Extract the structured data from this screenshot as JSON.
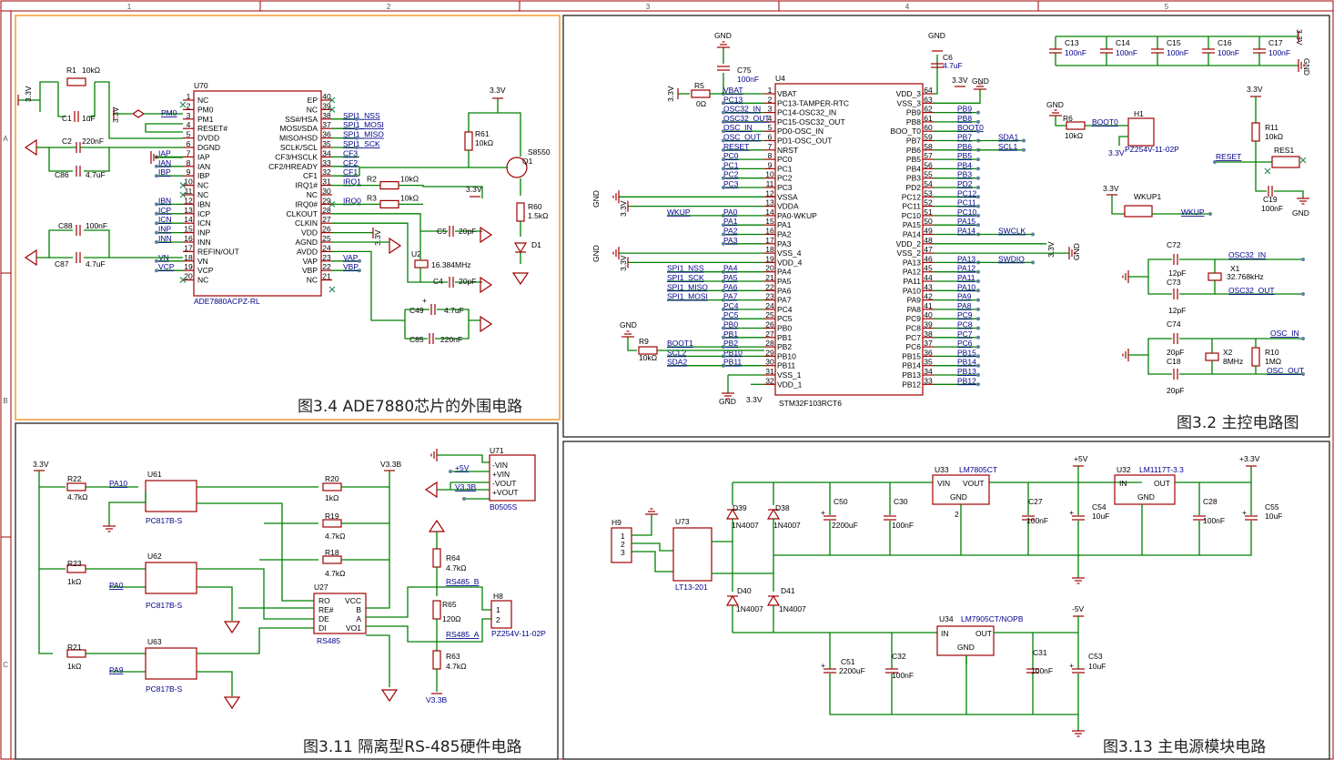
{
  "ruler": {
    "cols": [
      "1",
      "2",
      "3",
      "4",
      "5"
    ],
    "rows": [
      "A",
      "B",
      "C"
    ]
  },
  "captions": {
    "ade": "图3.4 ADE7880芯片的外围电路",
    "main": "图3.2 主控电路图",
    "rs485": "图3.11 隔离型RS-485硬件电路",
    "power": "图3.13 主电源模块电路"
  },
  "colors": {
    "wire": "#008000",
    "component": "#a00000",
    "net": "#00008b",
    "frame_highlight": "#f5a040"
  },
  "ade": {
    "chip_ref": "U70",
    "chip_part": "ADE7880ACPZ-RL",
    "left_pins": [
      {
        "n": "1",
        "name": "NC"
      },
      {
        "n": "2",
        "name": "PM0"
      },
      {
        "n": "3",
        "name": "PM1"
      },
      {
        "n": "4",
        "name": "RESET#"
      },
      {
        "n": "5",
        "name": "DVDD"
      },
      {
        "n": "6",
        "name": "DGND"
      },
      {
        "n": "7",
        "name": "IAP"
      },
      {
        "n": "8",
        "name": "IAN"
      },
      {
        "n": "9",
        "name": "IBP"
      },
      {
        "n": "10",
        "name": "NC"
      },
      {
        "n": "11",
        "name": "NC"
      },
      {
        "n": "12",
        "name": "IBN"
      },
      {
        "n": "13",
        "name": "ICP"
      },
      {
        "n": "14",
        "name": "ICN"
      },
      {
        "n": "15",
        "name": "INP"
      },
      {
        "n": "16",
        "name": "INN"
      },
      {
        "n": "17",
        "name": "REFIN/OUT"
      },
      {
        "n": "18",
        "name": "VN"
      },
      {
        "n": "19",
        "name": "VCP"
      },
      {
        "n": "20",
        "name": "NC"
      }
    ],
    "right_pins": [
      {
        "n": "40",
        "name": "EP"
      },
      {
        "n": "39",
        "name": "NC"
      },
      {
        "n": "38",
        "name": "SS#/HSA"
      },
      {
        "n": "37",
        "name": "MOSI/SDA"
      },
      {
        "n": "36",
        "name": "MISO/HSD"
      },
      {
        "n": "35",
        "name": "SCLK/SCL"
      },
      {
        "n": "34",
        "name": "CF3/HSCLK"
      },
      {
        "n": "33",
        "name": "CF2/HREADY"
      },
      {
        "n": "32",
        "name": "CF1"
      },
      {
        "n": "31",
        "name": "IRQ1#"
      },
      {
        "n": "30",
        "name": "NC"
      },
      {
        "n": "29",
        "name": "IRQ0#"
      },
      {
        "n": "28",
        "name": "CLKOUT"
      },
      {
        "n": "27",
        "name": "CLKIN"
      },
      {
        "n": "26",
        "name": "VDD"
      },
      {
        "n": "25",
        "name": "AGND"
      },
      {
        "n": "24",
        "name": "AVDD"
      },
      {
        "n": "23",
        "name": "VAP"
      },
      {
        "n": "22",
        "name": "VBP"
      },
      {
        "n": "21",
        "name": "NC"
      }
    ],
    "left_nets": [
      "IAP",
      "IAN",
      "IBP",
      "IBN",
      "ICP",
      "ICN",
      "INP",
      "INN",
      "VN",
      "VCP"
    ],
    "right_nets": [
      "SPI1_NSS",
      "SPI1_MOSI",
      "SPI1_MISO",
      "SPI1_SCK",
      "CF3",
      "CF2",
      "CF1",
      "IRQ1",
      "IRQ0"
    ],
    "labels": {
      "r1": "R1",
      "r1v": "10kΩ",
      "c1": "C1",
      "c1v": "1uF",
      "c2": "C2",
      "c2v": "220nF",
      "c86": "C86",
      "c86v": "4.7uF",
      "c88": "C88",
      "c88v": "100nF",
      "c87": "C87",
      "c87v": "4.7uF",
      "v33": "3.3V",
      "pm0": "PM0",
      "r2": "R2",
      "r2v": "10kΩ",
      "r3": "R3",
      "r3v": "10kΩ",
      "r61": "R61",
      "r61v": "10kΩ",
      "q1": "Q1",
      "q1p": "S8550",
      "r60": "R60",
      "r60v": "1.5kΩ",
      "d1": "D1",
      "c5": "C5",
      "c5v": "20pF",
      "c4": "C4",
      "c4v": "20pF",
      "u2": "U2",
      "u2v": "16.384MHz",
      "c49": "C49",
      "c49v": "4.7uF",
      "c85": "C85",
      "c85v": "220nF",
      "vap": "VAP",
      "vbp": "VBP"
    }
  },
  "main": {
    "chip_ref": "U4",
    "chip_part": "STM32F103RCT6",
    "left_pins": [
      {
        "n": "1",
        "name": "VBAT",
        "net": "VBAT"
      },
      {
        "n": "2",
        "name": "PC13-TAMPER-RTC",
        "net": "PC13"
      },
      {
        "n": "3",
        "name": "PC14-OSC32_IN",
        "net": "OSC32_IN"
      },
      {
        "n": "4",
        "name": "PC15-OSC32_OUT",
        "net": "OSC32_OUT"
      },
      {
        "n": "5",
        "name": "PD0-OSC_IN",
        "net": "OSC_IN"
      },
      {
        "n": "6",
        "name": "PD1-OSC_OUT",
        "net": "OSC_OUT"
      },
      {
        "n": "7",
        "name": "NRST",
        "net": "RESET"
      },
      {
        "n": "8",
        "name": "PC0",
        "net": "PC0"
      },
      {
        "n": "9",
        "name": "PC1",
        "net": "PC1"
      },
      {
        "n": "10",
        "name": "PC2",
        "net": "PC2"
      },
      {
        "n": "11",
        "name": "PC3",
        "net": "PC3"
      },
      {
        "n": "12",
        "name": "VSSA",
        "net": ""
      },
      {
        "n": "13",
        "name": "VDDA",
        "net": ""
      },
      {
        "n": "14",
        "name": "PA0-WKUP",
        "net": "PA0"
      },
      {
        "n": "15",
        "name": "PA1",
        "net": "PA1"
      },
      {
        "n": "16",
        "name": "PA2",
        "net": "PA2"
      },
      {
        "n": "17",
        "name": "PA3",
        "net": "PA3"
      },
      {
        "n": "18",
        "name": "VSS_4",
        "net": ""
      },
      {
        "n": "19",
        "name": "VDD_4",
        "net": ""
      },
      {
        "n": "20",
        "name": "PA4",
        "net": "PA4"
      },
      {
        "n": "21",
        "name": "PA5",
        "net": "PA5"
      },
      {
        "n": "22",
        "name": "PA6",
        "net": "PA6"
      },
      {
        "n": "23",
        "name": "PA7",
        "net": "PA7"
      },
      {
        "n": "24",
        "name": "PC4",
        "net": "PC4"
      },
      {
        "n": "25",
        "name": "PC5",
        "net": "PC5"
      },
      {
        "n": "26",
        "name": "PB0",
        "net": "PB0"
      },
      {
        "n": "27",
        "name": "PB1",
        "net": "PB1"
      },
      {
        "n": "28",
        "name": "PB2",
        "net": "PB2"
      },
      {
        "n": "29",
        "name": "PB10",
        "net": "PB10"
      },
      {
        "n": "30",
        "name": "PB11",
        "net": "PB11"
      },
      {
        "n": "31",
        "name": "VSS_1",
        "net": ""
      },
      {
        "n": "32",
        "name": "VDD_1",
        "net": ""
      }
    ],
    "right_pins": [
      {
        "n": "64",
        "name": "VDD_3",
        "net": ""
      },
      {
        "n": "63",
        "name": "VSS_3",
        "net": ""
      },
      {
        "n": "62",
        "name": "PB9",
        "net": "PB9"
      },
      {
        "n": "61",
        "name": "PB8",
        "net": "PB8"
      },
      {
        "n": "60",
        "name": "BOO_T0",
        "net": "BOOT0"
      },
      {
        "n": "59",
        "name": "PB7",
        "net": "PB7"
      },
      {
        "n": "58",
        "name": "PB6",
        "net": "PB6"
      },
      {
        "n": "57",
        "name": "PB5",
        "net": "PB5"
      },
      {
        "n": "56",
        "name": "PB4",
        "net": "PB4"
      },
      {
        "n": "55",
        "name": "PB3",
        "net": "PB3"
      },
      {
        "n": "54",
        "name": "PD2",
        "net": "PD2"
      },
      {
        "n": "53",
        "name": "PC12",
        "net": "PC12"
      },
      {
        "n": "52",
        "name": "PC11",
        "net": "PC11"
      },
      {
        "n": "51",
        "name": "PC10",
        "net": "PC10"
      },
      {
        "n": "50",
        "name": "PA15",
        "net": "PA15"
      },
      {
        "n": "49",
        "name": "PA14",
        "net": "PA14"
      },
      {
        "n": "48",
        "name": "VDD_2",
        "net": ""
      },
      {
        "n": "47",
        "name": "VSS_2",
        "net": ""
      },
      {
        "n": "46",
        "name": "PA13",
        "net": "PA13"
      },
      {
        "n": "45",
        "name": "PA12",
        "net": "PA12"
      },
      {
        "n": "44",
        "name": "PA11",
        "net": "PA11"
      },
      {
        "n": "43",
        "name": "PA10",
        "net": "PA10"
      },
      {
        "n": "42",
        "name": "PA9",
        "net": "PA9"
      },
      {
        "n": "41",
        "name": "PA8",
        "net": "PA8"
      },
      {
        "n": "40",
        "name": "PC9",
        "net": "PC9"
      },
      {
        "n": "39",
        "name": "PC8",
        "net": "PC8"
      },
      {
        "n": "38",
        "name": "PC7",
        "net": "PC7"
      },
      {
        "n": "37",
        "name": "PC6",
        "net": "PC6"
      },
      {
        "n": "36",
        "name": "PB15",
        "net": "PB15"
      },
      {
        "n": "35",
        "name": "PB14",
        "net": "PB14"
      },
      {
        "n": "34",
        "name": "PB13",
        "net": "PB13"
      },
      {
        "n": "33",
        "name": "PB12",
        "net": "PB12"
      }
    ],
    "ext_nets": {
      "wkup": "WKUP",
      "spi_nss": "SPI1_NSS",
      "spi_sck": "SPI1_SCK",
      "spi_miso": "SPI1_MISO",
      "spi_mosi": "SPI1_MOSI",
      "boot1": "BOOT1",
      "scl2": "SCL2",
      "sda2": "SDA2",
      "sda1": "SDA1",
      "scl1": "SCL1",
      "swclk": "SWCLK",
      "swdio": "SWDIO"
    },
    "labels": {
      "gnd": "GND",
      "v33": "3.3V",
      "r5": "R5",
      "r5v": "0Ω",
      "c75": "C75",
      "c75v": "100nF",
      "c6": "C6",
      "c6v": "4.7uF",
      "r9": "R9",
      "r9v": "10kΩ",
      "caps": [
        {
          "ref": "C13",
          "val": "100nF"
        },
        {
          "ref": "C14",
          "val": "100nF"
        },
        {
          "ref": "C15",
          "val": "100nF"
        },
        {
          "ref": "C16",
          "val": "100nF"
        },
        {
          "ref": "C17",
          "val": "100nF"
        }
      ],
      "r6": "R6",
      "r6v": "10kΩ",
      "boot0": "BOOT0",
      "h1": "H1",
      "h1p": "PZ254V-11-02P",
      "r11": "R11",
      "r11v": "10kΩ",
      "reset": "RESET",
      "res1": "RES1",
      "c19": "C19",
      "c19v": "100nF",
      "wkup1": "WKUP1",
      "wkup": "WKUP",
      "c72": "C72",
      "c72v": "12pF",
      "c73": "C73",
      "c73v": "12pF",
      "x1": "X1",
      "x1v": "32.768kHz",
      "osc32in": "OSC32_IN",
      "osc32out": "OSC32_OUT",
      "c74": "C74",
      "c74v": "20pF",
      "c18": "C18",
      "c18v": "20pF",
      "x2": "X2",
      "x2v": "8MHz",
      "r10": "R10",
      "r10v": "1MΩ",
      "oscin": "OSC_IN",
      "oscout": "OSC_OUT"
    }
  },
  "rs485": {
    "v33": "3.3V",
    "v33b": "V3.3B",
    "r22": "R22",
    "r22v": "4.7kΩ",
    "pa10": "PA10",
    "u61": "U61",
    "u61p": "PC817B-S",
    "r23": "R23",
    "r23v": "1kΩ",
    "pa0": "PA0",
    "u62": "U62",
    "u62p": "PC817B-S",
    "r21": "R21",
    "r21v": "1kΩ",
    "pa9": "PA9",
    "u63": "U63",
    "u63p": "PC817B-S",
    "r20": "R20",
    "r20v": "1kΩ",
    "r19": "R19",
    "r19v": "4.7kΩ",
    "r18": "R18",
    "r18v": "4.7kΩ",
    "u27": "U27",
    "u27p": "RS485",
    "u27_left": [
      "RO",
      "RE#",
      "DE",
      "DI"
    ],
    "u27_right": [
      "VCC",
      "B",
      "A",
      "VO1"
    ],
    "r64": "R64",
    "r64v": "4.7kΩ",
    "r65": "R65",
    "r65v": "120Ω",
    "r63": "R63",
    "r63v": "4.7kΩ",
    "rs485b": "RS485_B",
    "rs485a": "RS485_A",
    "h8": "H8",
    "h8p": "PZ254V-11-02P",
    "u71": "U71",
    "u71p": "B0505S",
    "u71_pins": [
      "-VIN",
      "+VIN",
      "-VOUT",
      "+VOUT"
    ],
    "p5v": "+5V"
  },
  "power": {
    "h9": "H9",
    "t73": "U73",
    "t73p": "LT13-201",
    "d39": "D39",
    "d38": "D38",
    "d40": "D40",
    "d41": "D41",
    "dpart": "1N4007",
    "c50": "C50",
    "c50v": "2200uF",
    "c30": "C30",
    "c30v": "100nF",
    "u33": "U33",
    "u33p": "LM7805CT",
    "vin": "VIN",
    "vout": "VOUT",
    "gnd": "GND",
    "c27": "C27",
    "c27v": "100nF",
    "p5v": "+5V",
    "c54": "C54",
    "c54v": "10uF",
    "u32": "U32",
    "u32p": "LM1117T-3.3",
    "in": "IN",
    "out": "OUT",
    "c28": "C28",
    "c28v": "100nF",
    "p33v": "+3.3V",
    "c55": "C55",
    "c55v": "10uF",
    "c51": "C51",
    "c51v": "2200uF",
    "c32": "C32",
    "c32v": "100nF",
    "u34": "U34",
    "u34p": "LM7905CT/NOPB",
    "c31": "C31",
    "c31v": "100nF",
    "m5v": "-5V",
    "c53": "C53",
    "c53v": "10uF"
  }
}
